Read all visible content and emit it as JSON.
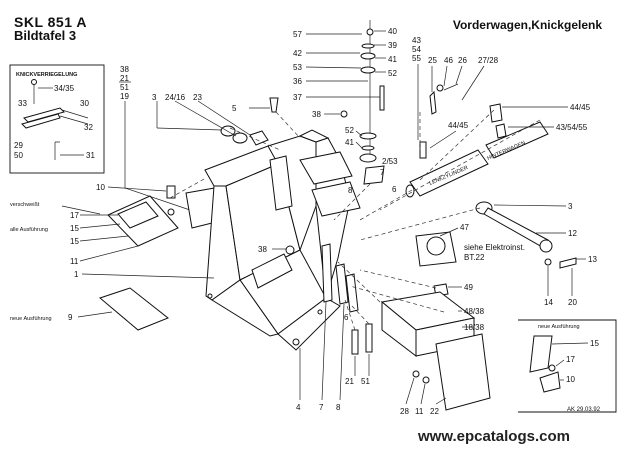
{
  "header": {
    "code": "SKL 851 A",
    "plate": "Bildtafel 3",
    "title": "Vorderwagen,Knickgelenk",
    "website": "www.epcatalogs.com",
    "drawing_ref": "AK 29.03.92"
  },
  "inset_knick": {
    "title": "KNICKVERRIEGELUNG",
    "labels": [
      "34/35",
      "33",
      "30",
      "32",
      "29",
      "50",
      "31"
    ]
  },
  "inset_left": {
    "note_welded": "verschweißt",
    "note_all": "alle Ausführung",
    "labels": [
      "17",
      "15",
      "15"
    ]
  },
  "inset_new_left": {
    "note": "neue Ausführung",
    "label": "9"
  },
  "inset_new_right": {
    "note": "neue Ausführung",
    "labels": [
      "15",
      "17",
      "10"
    ]
  },
  "cylinder_text": {
    "steering": "LENKZYLINDER",
    "rear": "HINTERWAGEN"
  },
  "elektro_note": {
    "line1": "siehe Elektroinst.",
    "line2": "BT.22"
  },
  "column_labels": [
    "38",
    "21",
    "51",
    "19"
  ],
  "callouts": {
    "c3a": "3",
    "c2416": "24/16",
    "c23": "23",
    "c5": "5",
    "c57": "57",
    "c42": "42",
    "c53": "53",
    "c36": "36",
    "c37": "37",
    "c40": "40",
    "c39": "39",
    "c41a": "41",
    "c52a": "52",
    "c38a": "38",
    "c52b": "52",
    "c41b": "41",
    "c2_53": "2/53",
    "c7a": "7",
    "c8a": "8",
    "c6a": "6",
    "c43_54_55": "43\n54\n55",
    "c25": "25",
    "c46": "46",
    "c26": "26",
    "c2728": "27/28",
    "c4445a": "44/45",
    "c4445b": "44/45",
    "c435455": "43/54/55",
    "c10a": "10",
    "c11": "11",
    "c1": "1",
    "c38b": "38",
    "c47": "47",
    "c49": "49",
    "c4838": "48/38",
    "c1838": "18/38",
    "c3b": "3",
    "c12": "12",
    "c13": "13",
    "c14": "14",
    "c20": "20",
    "c4": "4",
    "c7b": "7",
    "c8b": "8",
    "c6b": "6",
    "c21": "21",
    "c51": "51",
    "c28": "28",
    "c11b": "11",
    "c22": "22"
  }
}
